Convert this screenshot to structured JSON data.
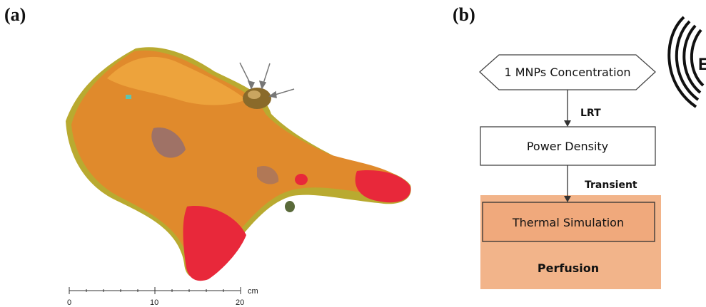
{
  "panels": {
    "a": {
      "label": "(a)"
    },
    "b": {
      "label": "(b)"
    }
  },
  "scale_bar": {
    "unit": "cm",
    "ticks": [
      "0",
      "10",
      "20"
    ]
  },
  "flowchart": {
    "concentration_label": "1 MNPs Concentration",
    "edge_lrt": "LRT",
    "power_density_label": "Power Density",
    "edge_transient": "Transient",
    "thermal_simulation_label": "Thermal Simulation",
    "perfusion_label": "Perfusion",
    "cut_off_letter": "E"
  },
  "colors": {
    "tissue_orange": "#e08a2c",
    "tissue_red": "#e8283a",
    "tissue_olive": "#b5a62c",
    "perfusion_fill": "#f2b48a",
    "thermal_fill": "#f0a97c"
  }
}
